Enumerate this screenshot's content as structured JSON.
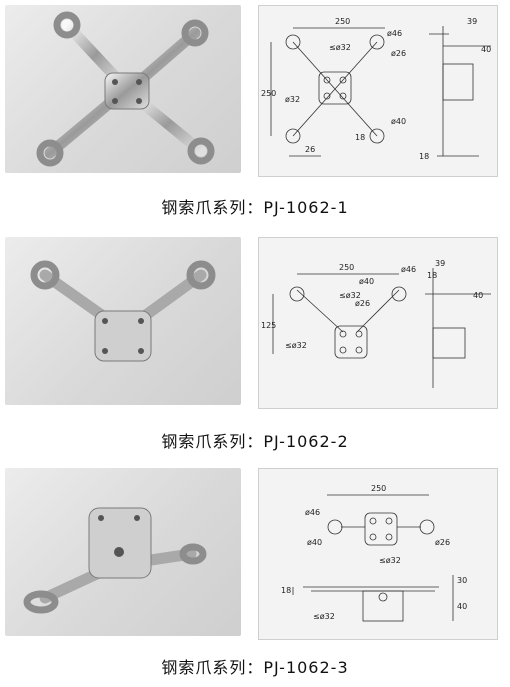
{
  "products": [
    {
      "caption": "钢索爪系列：PJ-1062-1",
      "drawing": {
        "d250": "250",
        "d39": "39",
        "d40": "40",
        "d32": "≤ø32",
        "d46": "ø46",
        "d26": "ø26",
        "dv250": "250",
        "d32b": "ø32",
        "d40b": "ø40",
        "d18": "18",
        "d26b": "26",
        "d18b": "18"
      }
    },
    {
      "caption": "钢索爪系列：PJ-1062-2",
      "drawing": {
        "d250": "250",
        "d40": "ø40",
        "d46": "ø46",
        "d32": "≤ø32",
        "d26": "ø26",
        "d39": "39",
        "d18": "18",
        "d40b": "40",
        "dv125": "125",
        "d32b": "≤ø32"
      }
    },
    {
      "caption": "钢索爪系列：PJ-1062-3",
      "drawing": {
        "d250": "250",
        "d46": "ø46",
        "d40": "ø40",
        "d26": "ø26",
        "d32": "≤ø32",
        "d18": "18",
        "d30": "30",
        "d40b": "40",
        "d32b": "≤ø32"
      }
    }
  ]
}
